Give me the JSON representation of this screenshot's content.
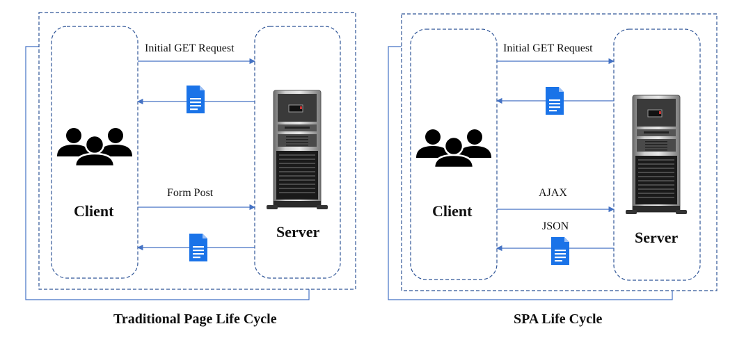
{
  "colors": {
    "border": "#2f5597",
    "arrow": "#4472c4",
    "document": "#1a73e8",
    "people": "#000000"
  },
  "traditional": {
    "caption": "Traditional Page Life Cycle",
    "client_label": "Client",
    "server_label": "Server",
    "arrows": [
      {
        "direction": "client-to-server",
        "label": "Initial GET Request"
      },
      {
        "direction": "server-to-client",
        "label": "",
        "icon": "document-icon"
      },
      {
        "direction": "client-to-server",
        "label": "Form Post"
      },
      {
        "direction": "server-to-client",
        "label": "",
        "icon": "document-icon"
      }
    ]
  },
  "spa": {
    "caption": "SPA Life Cycle",
    "client_label": "Client",
    "server_label": "Server",
    "arrows": [
      {
        "direction": "client-to-server",
        "label": "Initial GET Request"
      },
      {
        "direction": "server-to-client",
        "label": "",
        "icon": "document-icon"
      },
      {
        "direction": "client-to-server",
        "label": "AJAX"
      },
      {
        "direction": "server-to-client",
        "label": "JSON",
        "icon": "document-icon"
      }
    ]
  }
}
